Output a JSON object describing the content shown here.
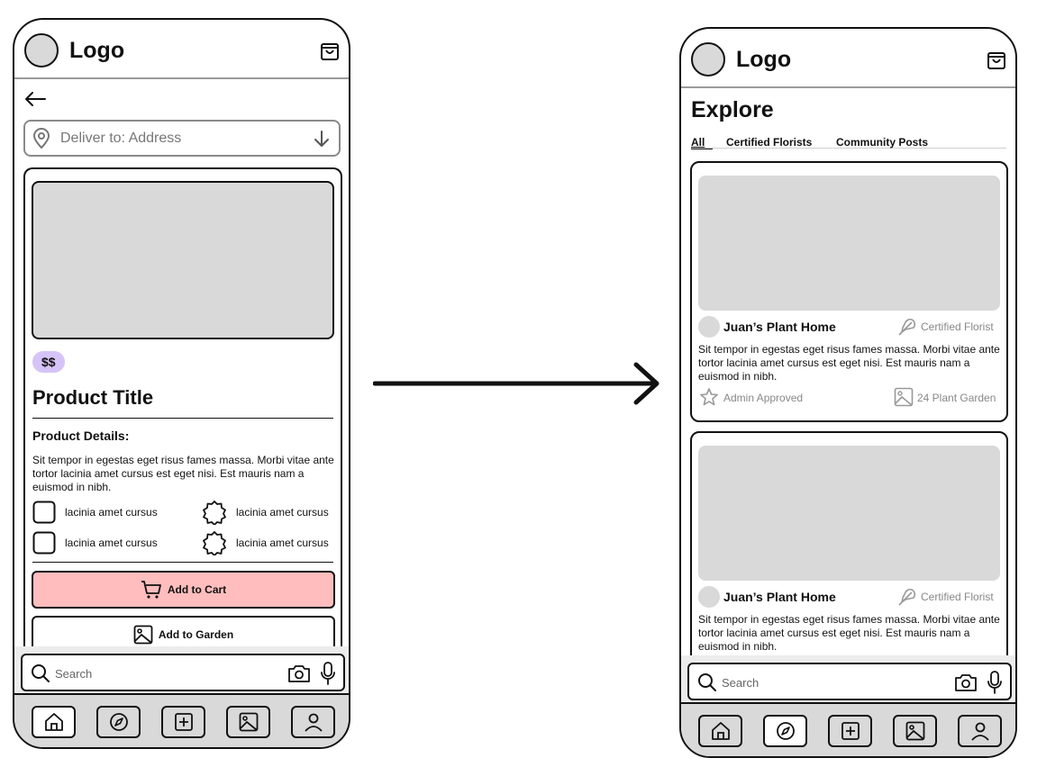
{
  "product_screen": {
    "logo": "Logo",
    "delivery": {
      "placeholder": "Deliver to: Address"
    },
    "product": {
      "price_badge": "$$",
      "title": "Product Title",
      "details_heading": "Product Details:",
      "description": "Sit tempor in egestas eget risus fames massa. Morbi vitae ante tortor lacinia amet cursus est eget nisi. Est mauris nam a euismod in nibh.",
      "features": [
        {
          "icon": "square-icon",
          "label": "lacinia amet cursus"
        },
        {
          "icon": "flower-badge-icon",
          "label": "lacinia amet cursus"
        },
        {
          "icon": "square-icon",
          "label": "lacinia amet cursus"
        },
        {
          "icon": "flower-badge-icon",
          "label": "lacinia amet cursus"
        }
      ],
      "add_to_cart_label": "Add to Cart",
      "add_to_garden_label": "Add to Garden"
    },
    "search": {
      "placeholder": "Search"
    }
  },
  "explore_screen": {
    "logo": "Logo",
    "title": "Explore",
    "tabs": [
      {
        "label": "All",
        "active": true
      },
      {
        "label": "Certified Florists",
        "active": false
      },
      {
        "label": "Community Posts",
        "active": false
      }
    ],
    "posts": [
      {
        "author": "Juan’s Plant Home",
        "badge": "Certified Florist",
        "text": "Sit tempor in egestas eget risus fames massa. Morbi vitae ante tortor lacinia amet cursus est eget nisi. Est mauris nam a euismod in nibh.",
        "approval": "Admin Approved",
        "garden": "24 Plant Garden"
      },
      {
        "author": "Juan’s Plant Home",
        "badge": "Certified Florist",
        "text": "Sit tempor in egestas eget risus fames massa. Morbi vitae ante tortor lacinia amet cursus est eget nisi. Est mauris nam a euismod in nibh."
      }
    ],
    "search": {
      "placeholder": "Search"
    }
  },
  "nav": {
    "items": [
      "home-icon",
      "compass-icon",
      "plus-square-icon",
      "image-icon",
      "user-icon"
    ],
    "product_screen_active": "home",
    "explore_screen_active": "explore"
  },
  "colors": {
    "add_to_cart_bg": "#ffbdbd",
    "price_badge_bg": "#d6c3f7",
    "placeholder_gray": "#d9d9d9",
    "nav_bg": "#d9d9d9"
  }
}
